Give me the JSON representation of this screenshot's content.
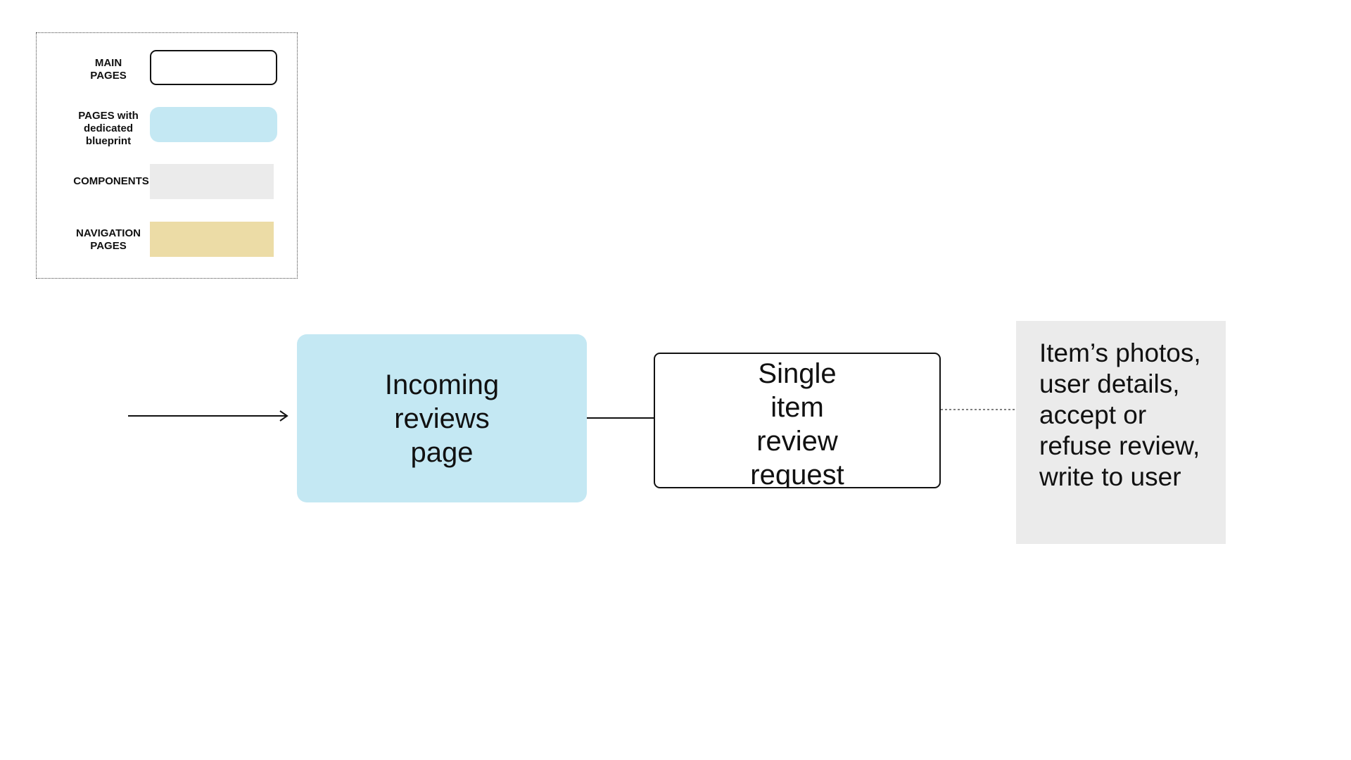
{
  "legend": {
    "items": [
      {
        "label": "MAIN\nPAGES",
        "kind": "main"
      },
      {
        "label": "PAGES with\ndedicated\nblueprint",
        "kind": "blueprint"
      },
      {
        "label": "COMPONENTS",
        "kind": "components"
      },
      {
        "label": "NAVIGATION\nPAGES",
        "kind": "navigation"
      }
    ]
  },
  "nodes": {
    "incoming": {
      "text": "Incoming\nreviews\npage",
      "kind": "blueprint"
    },
    "single": {
      "text": "Single\nitem\nreview\nrequest",
      "kind": "main"
    },
    "details": {
      "text": "Item’s photos,\nuser details,\naccept or\nrefuse review,\nwrite to user",
      "kind": "components"
    }
  },
  "colors": {
    "blueprint": "#c4e8f3",
    "components": "#ebebeb",
    "navigation": "#ecdca6",
    "stroke": "#111111"
  }
}
